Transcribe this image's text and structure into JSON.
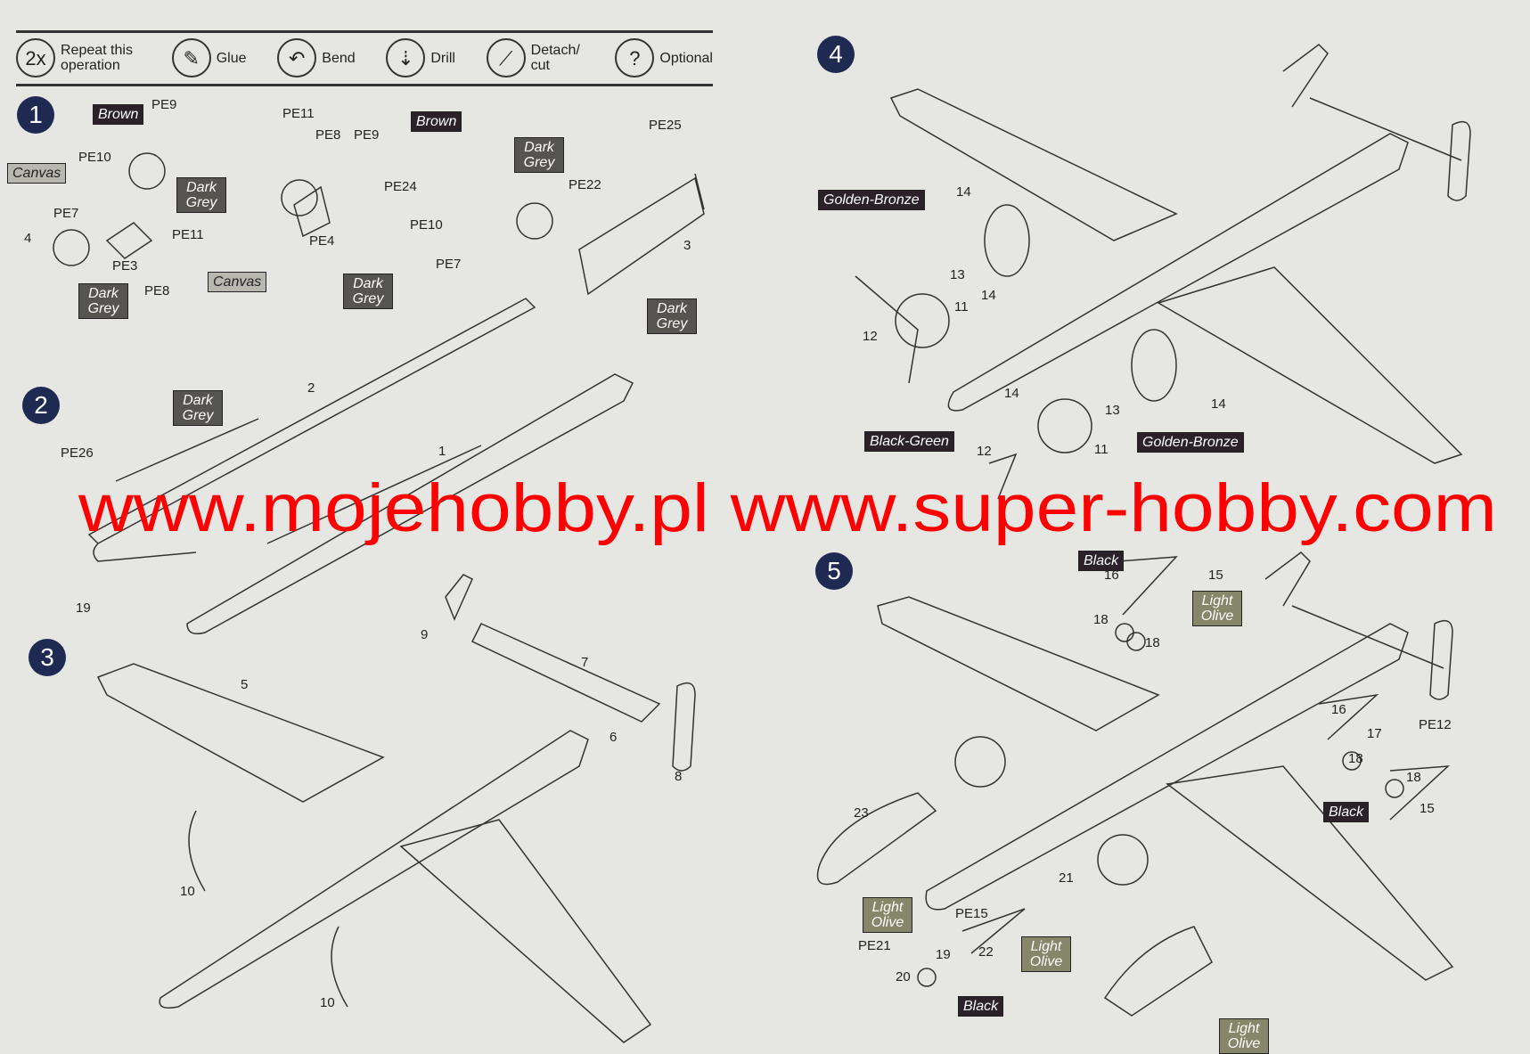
{
  "legend": [
    {
      "icon": "2x",
      "label": "Repeat this operation"
    },
    {
      "icon": "glue-icon",
      "label": "Glue"
    },
    {
      "icon": "bend-icon",
      "label": "Bend"
    },
    {
      "icon": "drill-icon",
      "label": "Drill"
    },
    {
      "icon": "knife-icon",
      "label": "Detach/ cut"
    },
    {
      "icon": "?",
      "label": "Optional"
    }
  ],
  "steps": [
    "1",
    "2",
    "3",
    "4",
    "5"
  ],
  "callouts": [
    "Brown",
    "Canvas",
    "Dark Grey",
    "Dark Grey",
    "Canvas",
    "Brown",
    "Dark Grey",
    "Dark Grey",
    "Dark Grey",
    "Dark Grey",
    "Golden-Bronze",
    "Black-Green",
    "Golden-Bronze",
    "Black",
    "Light Olive",
    "Black",
    "Light Olive",
    "Light Olive",
    "Black",
    "Light Olive"
  ],
  "parts": [
    "PE9",
    "PE10",
    "PE7",
    "4",
    "PE3",
    "PE11",
    "PE8",
    "PE11",
    "PE8",
    "PE9",
    "PE24",
    "PE4",
    "PE10",
    "PE7",
    "PE25",
    "PE22",
    "3",
    "2",
    "PE26",
    "1",
    "19",
    "9",
    "7",
    "5",
    "6",
    "8",
    "10",
    "10",
    "14",
    "13",
    "11",
    "12",
    "14",
    "14",
    "13",
    "11",
    "12",
    "14",
    "16",
    "15",
    "18",
    "18",
    "16",
    "17",
    "PE12",
    "18",
    "18",
    "15",
    "23",
    "PE15",
    "PE21",
    "19",
    "20",
    "22",
    "21"
  ],
  "watermark": "www.mojehobby.pl www.super-hobby.com",
  "colors": {
    "watermark": "#ff0000",
    "badge": "#1f2a52"
  }
}
